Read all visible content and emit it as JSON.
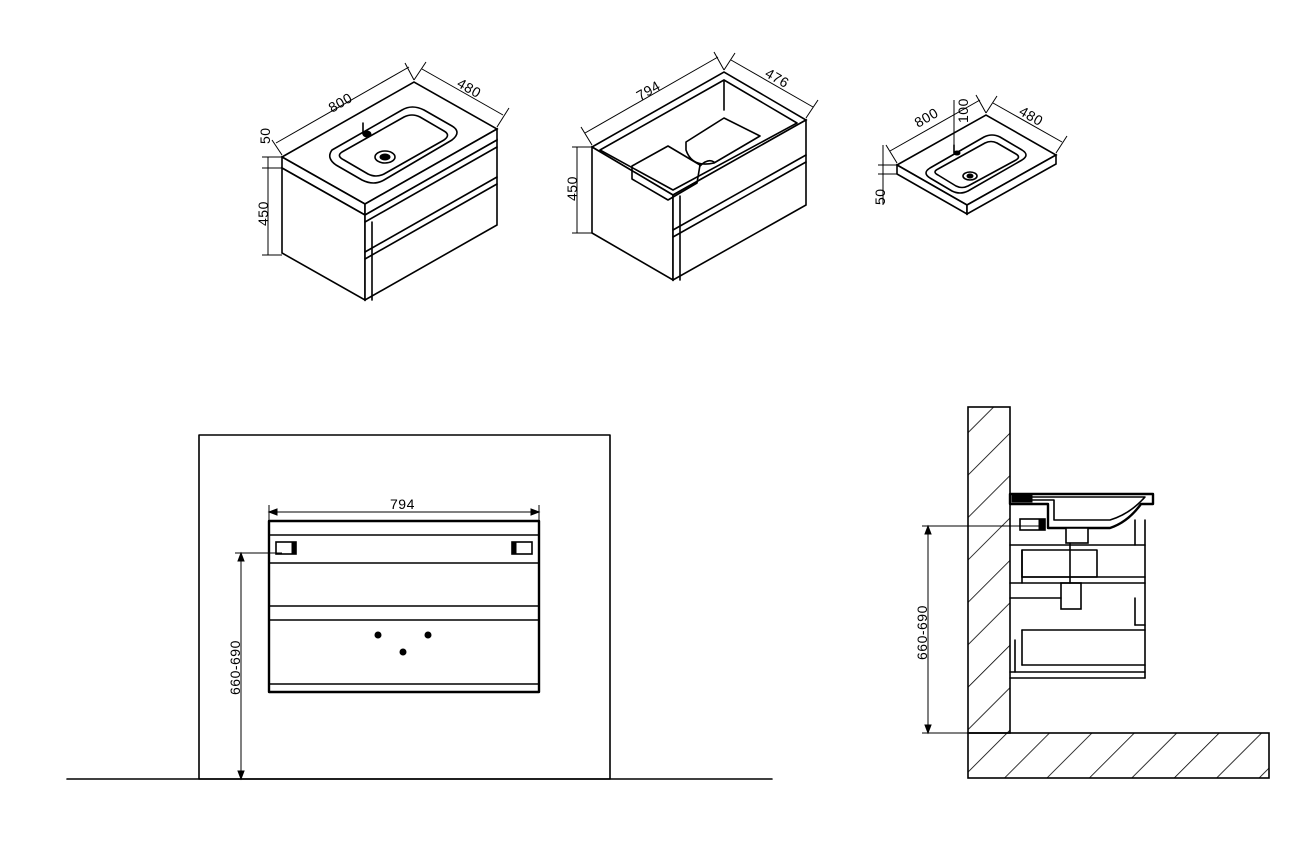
{
  "dimensions": {
    "iso_full": {
      "width": "800",
      "depth": "480",
      "top_thickness": "50",
      "cabinet_height": "450"
    },
    "iso_cabinet": {
      "width": "794",
      "depth": "476",
      "height": "450"
    },
    "iso_basin": {
      "width": "800",
      "depth": "480",
      "thickness": "50",
      "rim": "100"
    },
    "front_elevation": {
      "width": "794",
      "mount_height": "660-690"
    },
    "side_section": {
      "mount_height": "660-690"
    }
  }
}
